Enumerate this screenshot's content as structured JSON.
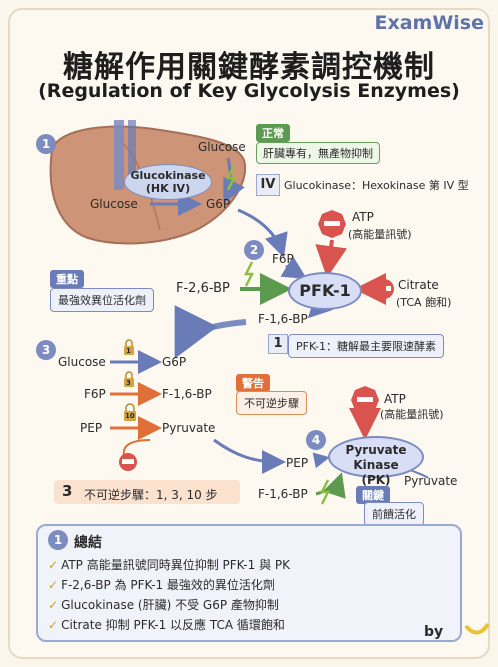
{
  "brand": "ExamWise",
  "title_zh": "糖解作用關鍵酵素調控機制",
  "title_en": "(Regulation of Key Glycolysis Enzymes)",
  "numbers": {
    "n1": "1",
    "n2": "2",
    "n3": "3",
    "n4": "4"
  },
  "section1": {
    "glucose_top": "Glucose",
    "glucose_left": "Glucose",
    "g6p": "G6P",
    "enzyme_line1": "Glucokinase",
    "enzyme_line2": "(HK IV)",
    "tag_normal": "正常",
    "note_liver": "肝臟專有，無產物抑制",
    "roman": "IV",
    "note_type": "Glucokinase：Hexokinase 第 IV 型"
  },
  "section2": {
    "f6p": "F6P",
    "enzyme": "PFK-1",
    "atp_line1": "ATP",
    "atp_line2": "(高能量訊號)",
    "citrate_line1": "Citrate",
    "citrate_line2": "(TCA 飽和)",
    "activator": "F-2,6-BP",
    "tag_key": "重點",
    "note_activator": "最強效異位活化劑",
    "product": "F-1,6-BP",
    "badge_num": "1",
    "note_rate": "PFK-1：糖解最主要限速酵素"
  },
  "section3": {
    "r1_from": "Glucose",
    "r1_to": "G6P",
    "r2_from": "F6P",
    "r2_to": "F-1,6-BP",
    "r3_from": "PEP",
    "r3_to": "Pyruvate",
    "step1": "1",
    "step3": "3",
    "step10": "10",
    "tag_warn": "警告",
    "note_irrev": "不可逆步驟",
    "badge_num": "3",
    "note_steps": "不可逆步驟：1, 3, 10 步"
  },
  "section4": {
    "pep": "PEP",
    "enzyme_line1": "Pyruvate Kinase",
    "enzyme_line2": "(PK)",
    "atp_line1": "ATP",
    "atp_line2": "(高能量訊號)",
    "product": "Pyruvate",
    "activator": "F-1,6-BP",
    "tag_key": "關鍵",
    "note_ff": "前饋活化"
  },
  "summary": {
    "badge": "1",
    "title": "總結",
    "items": [
      "ATP 高能量訊號同時異位抑制 PFK-1 與 PK",
      "F-2,6-BP 為 PFK-1 最強效的異位活化劑",
      "Glucokinase (肝臟) 不受 G6P 產物抑制",
      "Citrate 抑制 PFK-1 以反應 TCA 循環飽和"
    ]
  },
  "footer": "by",
  "colors": {
    "accent_blue": "#7c8cc0",
    "inhibit_red": "#d9534f",
    "activate_green": "#5b9a4f",
    "warn_orange": "#e0703a",
    "liver": "#c98a6a"
  }
}
